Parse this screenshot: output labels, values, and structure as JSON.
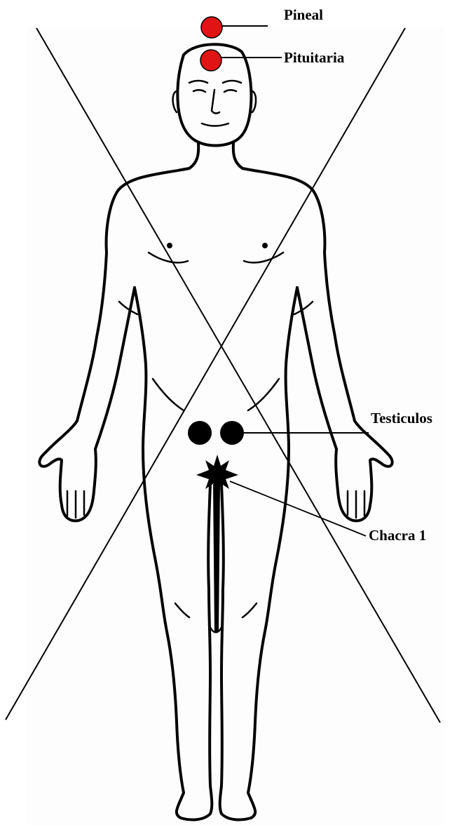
{
  "labels": {
    "pineal": "Pineal",
    "pituitaria": "Pituitaria",
    "testiculos": "Testiculos",
    "chacra": "Chacra 1"
  },
  "colors": {
    "gland_marker": "#e01414",
    "black_marker": "#000000",
    "background": "#ffffff",
    "panel": "#fdfdfd"
  },
  "icons": {
    "chacra_marker": "star-burst-icon"
  }
}
